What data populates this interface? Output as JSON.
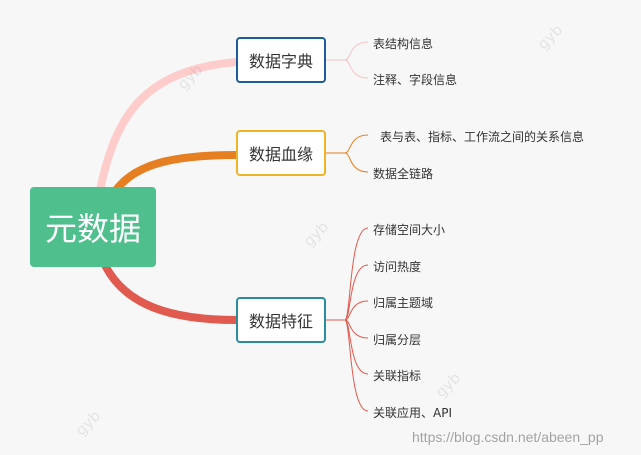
{
  "root": {
    "label": "元数据",
    "color": "#4fc08d"
  },
  "branches": [
    {
      "label": "数据字典",
      "border_color": "#1c5d99",
      "curve_color": "#ffcccc",
      "leaf_line_color": "#f4c2c2",
      "leaves": [
        "表结构信息",
        "注释、字段信息"
      ]
    },
    {
      "label": "数据血缘",
      "border_color": "#f0b428",
      "curve_color": "#e67e22",
      "leaf_line_color": "#e67e22",
      "leaves": [
        "表与表、指标、工作流之间的关系信息",
        "数据全链路"
      ]
    },
    {
      "label": "数据特征",
      "border_color": "#2a8ca0",
      "curve_color": "#e05a4f",
      "leaf_line_color": "#e05a4f",
      "leaves": [
        "存储空间大小",
        "访问热度",
        "归属主题域",
        "归属分层",
        "关联指标",
        "关联应用、API"
      ]
    }
  ],
  "watermark": "gyb",
  "credit": "https://blog.csdn.net/abeen_pp"
}
